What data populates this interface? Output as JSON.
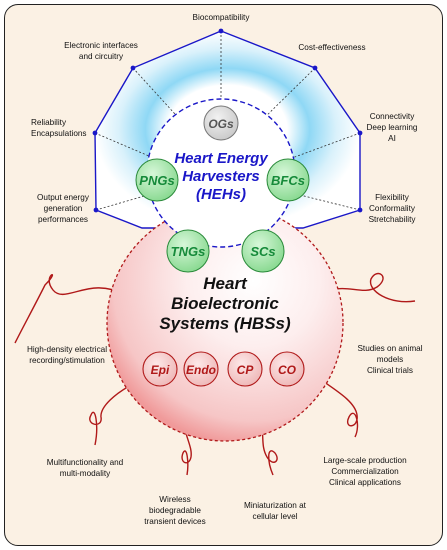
{
  "heh": {
    "title_line1": "Heart Energy",
    "title_line2": "Harvesters",
    "title_line3": "(HEHs)",
    "nodes": [
      "OGs",
      "PNGs",
      "BFCs",
      "TNGs",
      "SCs"
    ]
  },
  "hbs": {
    "title_line1": "Heart",
    "title_line2": "Bioelectronic",
    "title_line3": "Systems (HBSs)",
    "nodes": [
      "Epi",
      "Endo",
      "CP",
      "CO"
    ]
  },
  "heh_labels": {
    "biocompatibility": "Biocompatibility",
    "electronic_1": "Electronic interfaces",
    "electronic_2": "and circuitry",
    "cost": "Cost-effectiveness",
    "reliability_1": "Reliability",
    "reliability_2": "Encapsulations",
    "connectivity_1": "Connectivity",
    "connectivity_2": "Deep learning",
    "connectivity_3": "AI",
    "output_1": "Output energy",
    "output_2": "generation",
    "output_3": "performances",
    "flex_1": "Flexibility",
    "flex_2": "Conformality",
    "flex_3": "Stretchability"
  },
  "hbs_labels": {
    "hd_1": "High-density electrical",
    "hd_2": "recording/stimulation",
    "animal_1": "Studies on animal",
    "animal_2": "models",
    "animal_3": "Clinical trials",
    "multi_1": "Multifunctionality and",
    "multi_2": "multi-modality",
    "large_1": "Large-scale production",
    "large_2": "Commercialization",
    "large_3": "Clinical applications",
    "wireless_1": "Wireless",
    "wireless_2": "biodegradable",
    "wireless_3": "transient devices",
    "mini_1": "Miniaturization at",
    "mini_2": "cellular level"
  },
  "colors": {
    "background": "#fbf1e4",
    "heh_outline": "#1a17c8",
    "heh_glow": "#7fd0f0",
    "hbs_fill": "#f7c9c9",
    "hbs_outline": "#b01919",
    "green_node_fill": "#a6e6ac",
    "green_node_text": "#168a3a",
    "red_node_fill": "#f2c9c9",
    "red_node_text": "#b01919",
    "og_node_fill": "#d8d8d8"
  }
}
